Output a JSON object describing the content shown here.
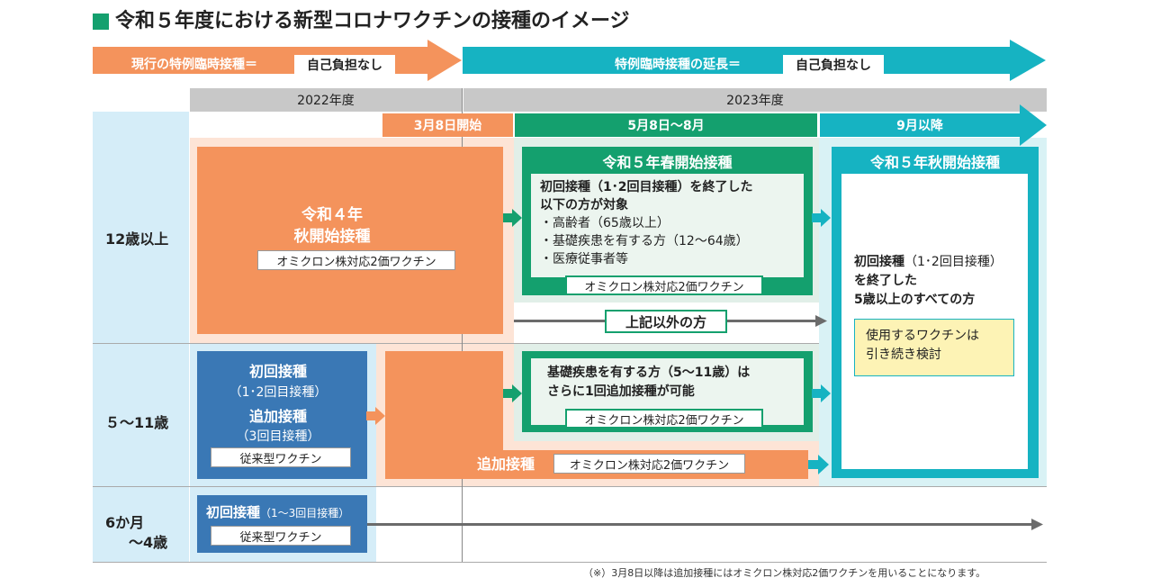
{
  "title": "令和５年度における新型コロナワクチンの接種のイメージ",
  "banners": {
    "current": {
      "label": "現行の特例臨時接種＝",
      "badge": "自己負担なし"
    },
    "extension": {
      "label": "特例臨時接種の延長＝",
      "badge": "自己負担なし"
    }
  },
  "years": {
    "y2022": "2022年度",
    "y2023": "2023年度"
  },
  "periods": {
    "mar8": "3月8日開始",
    "may_aug": "5月8日〜8月",
    "sep": "9月以降"
  },
  "rows": {
    "r12": "12歳以上",
    "r5": "５〜11歳",
    "r6a": "6か月",
    "r6b": "〜4歳"
  },
  "boxes": {
    "autumn2022": {
      "title1": "令和４年",
      "title2": "秋開始接種",
      "vaccine": "オミクロン株対応2価ワクチン"
    },
    "spring2023": {
      "title": "令和５年春開始接種",
      "heading1": "初回接種（1･2回目接種）を終了した",
      "heading2": "以下の方が対象",
      "items": [
        "・高齢者（65歳以上）",
        "・基礎疾患を有する方（12〜64歳）",
        "・医療従事者等"
      ],
      "vaccine": "オミクロン株対応2価ワクチン"
    },
    "others": "上記以外の方",
    "autumn2023": {
      "title": "令和５年秋開始接種",
      "line1a": "初回接種",
      "line1b": "（1･2回目接種）",
      "line2": "を終了した",
      "line3": "5歳以上のすべての方",
      "note1": "使用するワクチンは",
      "note2": "引き続き検討"
    },
    "child_initial": {
      "t1": "初回接種",
      "t2": "（1･2回目接種）",
      "t3": "追加接種",
      "t4": "（3回目接種）",
      "vaccine": "従来型ワクチン"
    },
    "child_extra": {
      "line1": "基礎疾患を有する方（5〜11歳）は",
      "line2": "さらに1回追加接種が可能",
      "vaccine": "オミクロン株対応2価ワクチン"
    },
    "child_booster": {
      "label": "追加接種",
      "vaccine": "オミクロン株対応2価ワクチン"
    },
    "infant": {
      "t1": "初回接種",
      "t2": "（1〜3回目接種）",
      "vaccine": "従来型ワクチン"
    }
  },
  "footnote": "（※）3月8日以降は追加接種にはオミクロン株対応2価ワクチンを用いることになります。",
  "colors": {
    "orange": "#f4935c",
    "teal": "#16b3c2",
    "green": "#14a06e",
    "blue": "#3a78b5",
    "lightblue": "#d5edf8",
    "peach": "#fde4d6"
  }
}
